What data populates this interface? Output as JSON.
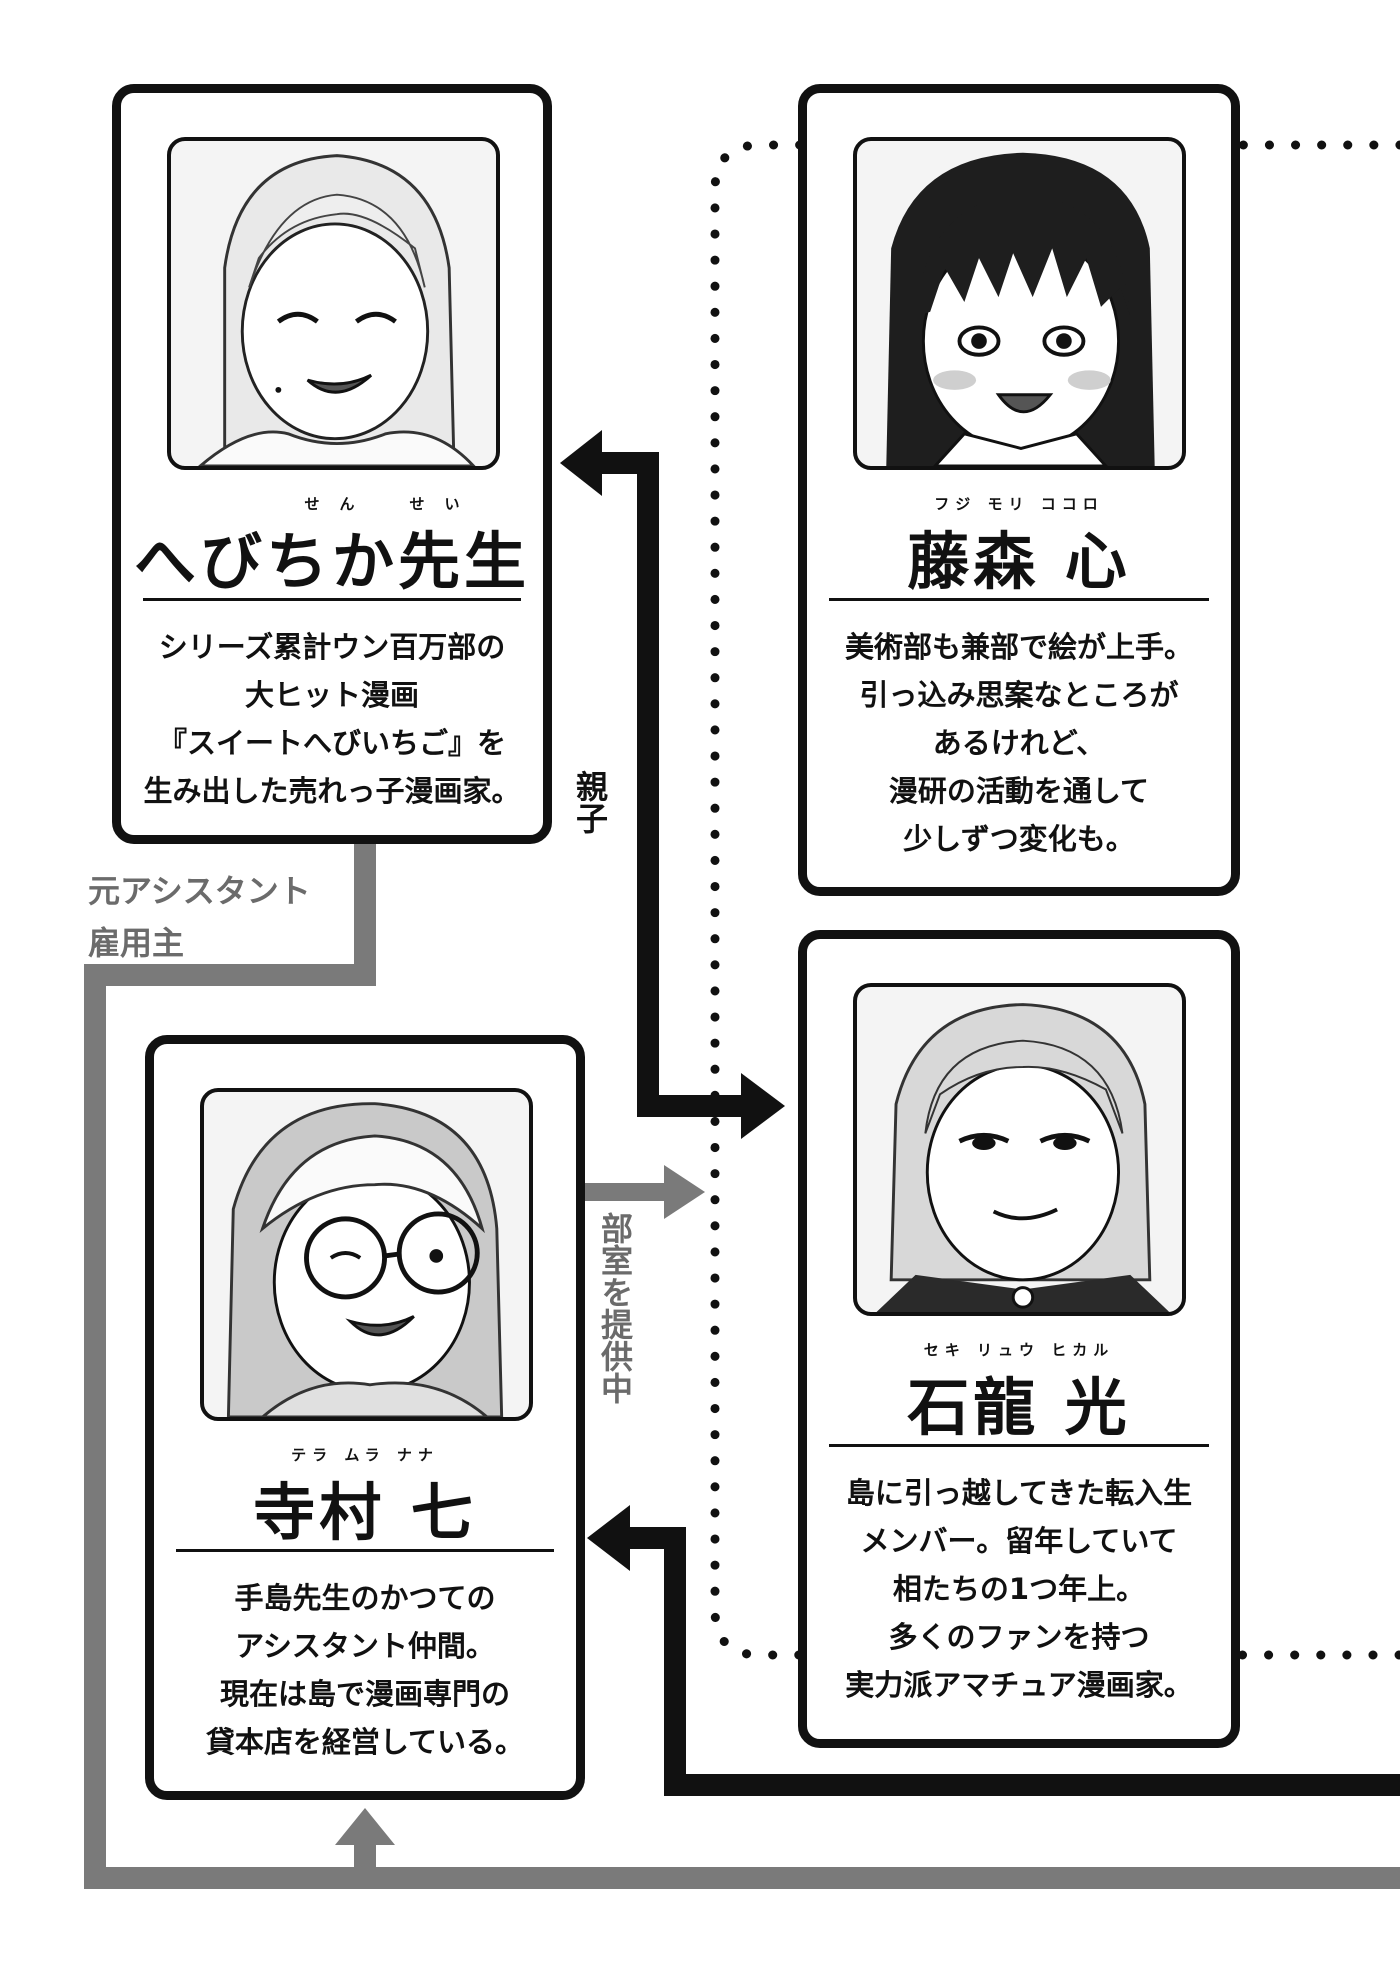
{
  "cards": {
    "hebichika": {
      "name": "へびちか先生",
      "ruby": "せん　せい",
      "desc": [
        "シリーズ累計ウン百万部の",
        "大ヒット漫画",
        "『スイートへびいちご』を",
        "生み出した売れっ子漫画家。"
      ]
    },
    "fujimori": {
      "name": "藤森 心",
      "ruby": "フジ モリ ココロ",
      "desc": [
        "美術部も兼部で絵が上手。",
        "引っ込み思案なところが",
        "あるけれど、",
        "漫研の活動を通して",
        "少しずつ変化も。"
      ]
    },
    "terumura": {
      "name": "寺村 七",
      "ruby": "テラ ムラ ナナ",
      "desc": [
        "手島先生のかつての",
        "アシスタント仲間。",
        "現在は島で漫画専門の",
        "貸本店を経営している。"
      ]
    },
    "sekiryu": {
      "name": "石龍 光",
      "ruby": "セキ リュウ ヒカル",
      "desc": [
        "島に引っ越してきた転入生",
        "メンバー。留年していて",
        "相たちの1つ年上。",
        "多くのファンを持つ",
        "実力派アマチュア漫画家。"
      ]
    }
  },
  "relations": {
    "parent_child": "親子",
    "former_assistant": "元アシスタント",
    "employer": "雇用主",
    "provides_room": "部室を提供中"
  },
  "colors": {
    "line_black": "#111111",
    "line_gray": "#7a7a7a"
  }
}
